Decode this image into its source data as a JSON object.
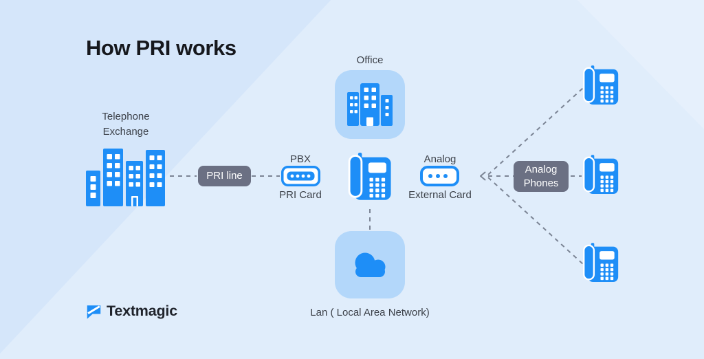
{
  "title": "How PRI works",
  "brand": {
    "name": "Textmagic"
  },
  "diagram": {
    "telephone_exchange_label": "Telephone Exchange",
    "pri_line_badge": "PRI line",
    "pbx_label": "PBX",
    "pri_card_label": "PRI Card",
    "office_label": "Office",
    "analog_label": "Analog",
    "external_card_label": "External Card",
    "analog_phones_badge_line1": "Analog",
    "analog_phones_badge_line2": "Phones",
    "lan_label": "Lan ( Local Area Network)"
  },
  "colors": {
    "background": "#D5E6FA",
    "accent_blue": "#1E8EF7",
    "tile_blue": "#B3D7FA",
    "badge_gray": "#6B7083",
    "dash_gray": "#7B8494",
    "text_dark": "#3C4149",
    "title_color": "#16181D"
  }
}
